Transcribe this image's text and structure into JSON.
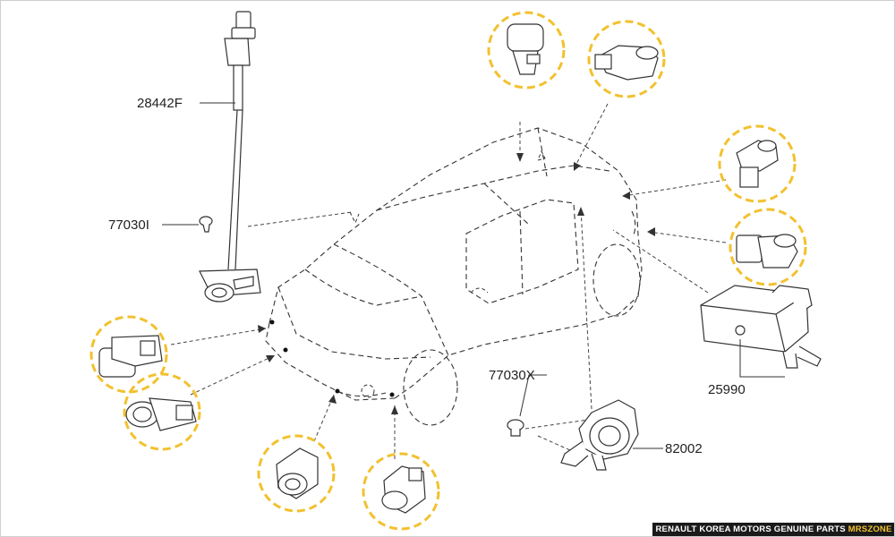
{
  "colors": {
    "highlight": "#f2c12e",
    "line": "#333333",
    "footer_bg": "#1a1a1a"
  },
  "labels": {
    "camera_harness": "28442F",
    "camera_screw": "77030I",
    "ecu_module": "25990",
    "sensor_screw": "77030X",
    "sensor_bracket": "82002"
  },
  "footer": {
    "text": "RENAULT KOREA MOTORS GENUINE PARTS",
    "brand": "MRSZONE"
  }
}
